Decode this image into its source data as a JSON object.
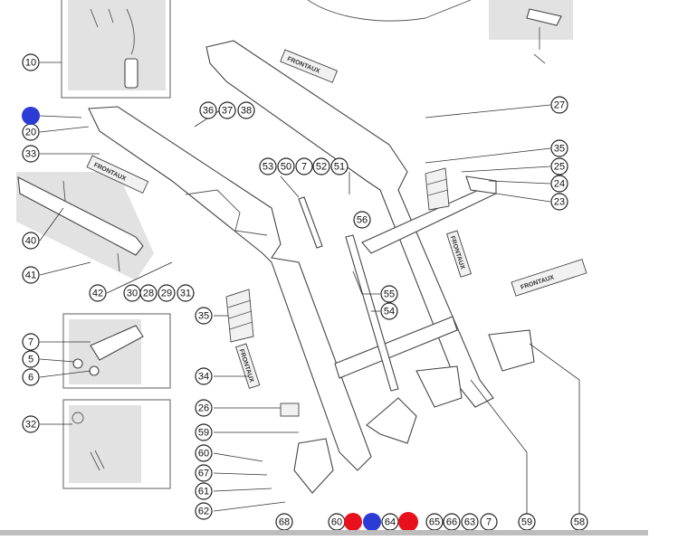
{
  "diagram": {
    "callouts": [
      "10",
      "20",
      "33",
      "40",
      "41",
      "42",
      "30",
      "28",
      "29",
      "31",
      "36",
      "37",
      "38",
      "53",
      "50",
      "7",
      "52",
      "51",
      "56",
      "27",
      "35",
      "25",
      "24",
      "23",
      "55",
      "54",
      "35",
      "34",
      "26",
      "59",
      "60",
      "67",
      "61",
      "62",
      "68",
      "60",
      "64",
      "65",
      "66",
      "63",
      "7",
      "59",
      "58",
      "7",
      "5",
      "6",
      "32"
    ],
    "decals": [
      "FRONTAUX",
      "FRONTAUX",
      "FRONTAUX",
      "FRONTAUX",
      "FRONTAUX"
    ],
    "markers": [
      {
        "color": "#2b3bd6"
      },
      {
        "color": "#e8101c"
      },
      {
        "color": "#2b3bd6"
      },
      {
        "color": "#e8101c"
      }
    ]
  }
}
